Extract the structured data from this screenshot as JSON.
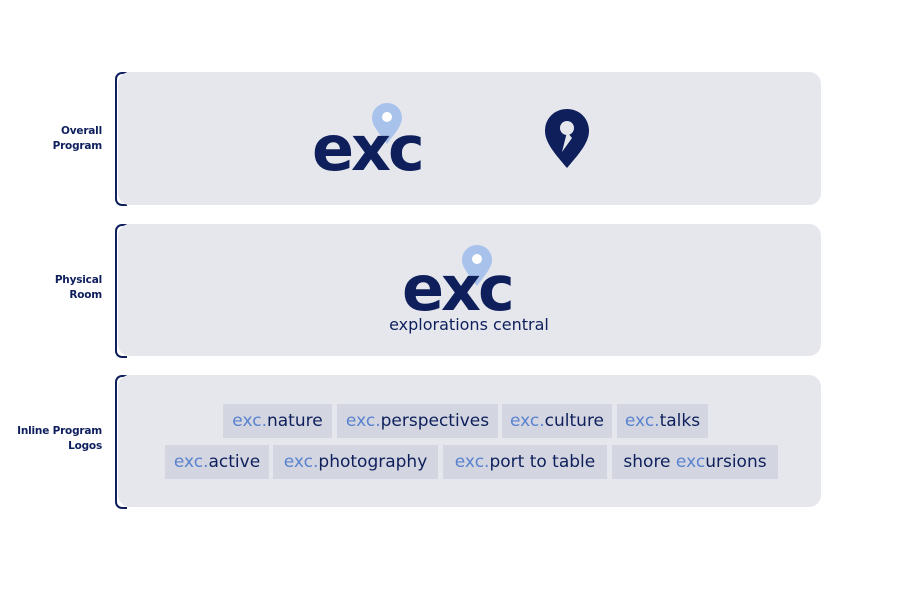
{
  "rows": [
    {
      "label_line1": "Overall",
      "label_line2": "Program"
    },
    {
      "label_line1": "Physical",
      "label_line2": "Room"
    },
    {
      "label_line1": "Inline Program",
      "label_line2": "Logos"
    }
  ],
  "logo": {
    "wordmark": "exc",
    "subtitle": "explorations central",
    "pin_icon": "map-pin-icon"
  },
  "inline_tags": [
    {
      "prefix": "exc.",
      "name": "nature"
    },
    {
      "prefix": "exc.",
      "name": "perspectives"
    },
    {
      "prefix": "exc.",
      "name": "culture"
    },
    {
      "prefix": "exc.",
      "name": "talks"
    },
    {
      "prefix": "exc.",
      "name": "active"
    },
    {
      "prefix": "exc.",
      "name": "photography"
    },
    {
      "prefix": "exc.",
      "name": "port to table"
    },
    {
      "before": "shore ",
      "mid": "exc",
      "after": "ursions"
    }
  ],
  "colors": {
    "navy": "#0e1f5c",
    "light_blue": "#a9c2ec",
    "accent_blue": "#5a82cf",
    "panel": "#e6e7ec",
    "tag_bg": "#d3d6e0"
  }
}
